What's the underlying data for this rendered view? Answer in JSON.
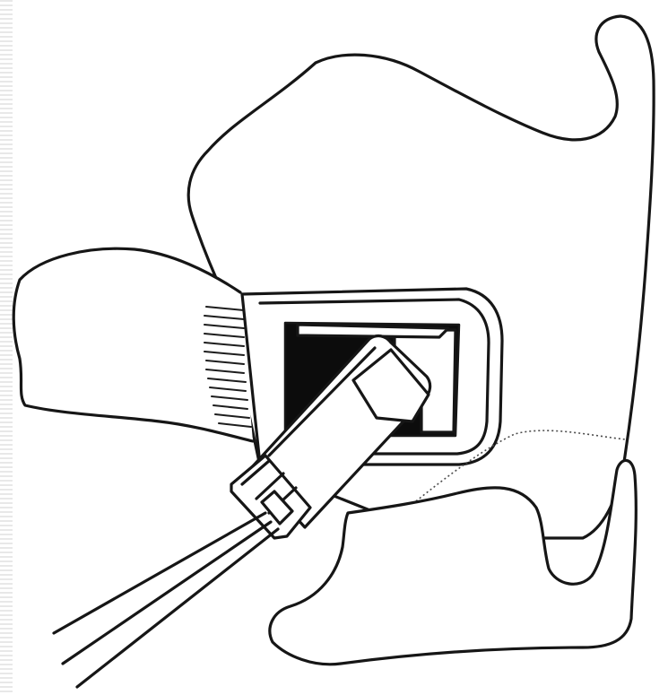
{
  "figure": {
    "subject": "sensor-holder-in-mouth",
    "colors": {
      "background": "#ffffff",
      "ink": "#161616",
      "sensor_window": "#0c0c0c"
    },
    "parts": [
      "palate",
      "upper-lip",
      "sensor-window",
      "sensor-holder",
      "cables",
      "tongue",
      "lower-jaw"
    ]
  }
}
